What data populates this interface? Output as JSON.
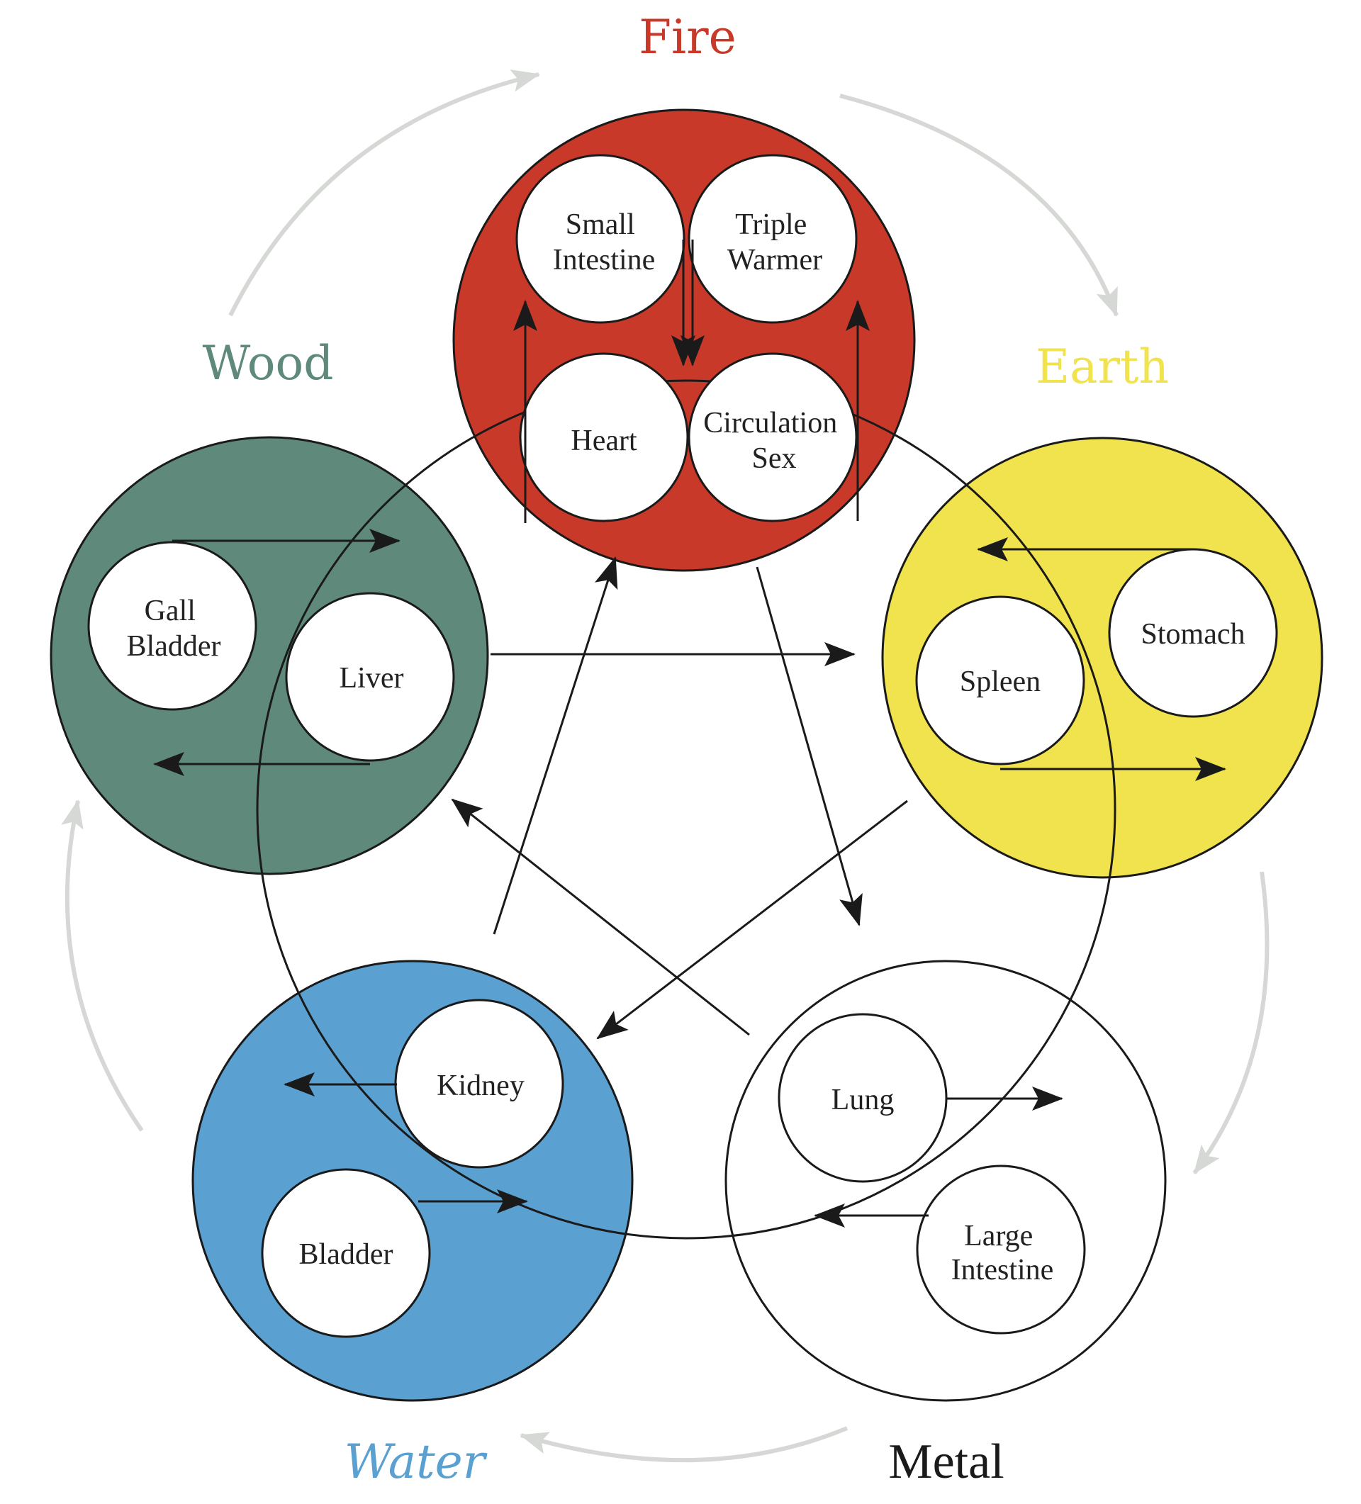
{
  "colors": {
    "fire": "#c8392a",
    "wood": "#5f8a7b",
    "earth": "#f1e34d",
    "water": "#5aa0d0",
    "metal": "#ffffff",
    "cycle_arrow": "#d6d8d5",
    "line": "#1a1a1a"
  },
  "elements": {
    "fire": {
      "label": "Fire",
      "organs": [
        {
          "lines": [
            "Small",
            "Intestine"
          ]
        },
        {
          "lines": [
            "Triple",
            "Warmer"
          ]
        },
        {
          "lines": [
            "Heart"
          ]
        },
        {
          "lines": [
            "Circulation",
            "Sex"
          ]
        }
      ]
    },
    "earth": {
      "label": "Earth",
      "organs": [
        {
          "lines": [
            "Stomach"
          ]
        },
        {
          "lines": [
            "Spleen"
          ]
        }
      ]
    },
    "metal": {
      "label": "Metal",
      "organs": [
        {
          "lines": [
            "Lung"
          ]
        },
        {
          "lines": [
            "Large",
            "Intestine"
          ]
        }
      ]
    },
    "water": {
      "label": "Water",
      "organs": [
        {
          "lines": [
            "Kidney"
          ]
        },
        {
          "lines": [
            "Bladder"
          ]
        }
      ]
    },
    "wood": {
      "label": "Wood",
      "organs": [
        {
          "lines": [
            "Gall",
            "Bladder"
          ]
        },
        {
          "lines": [
            "Liver"
          ]
        }
      ]
    }
  }
}
